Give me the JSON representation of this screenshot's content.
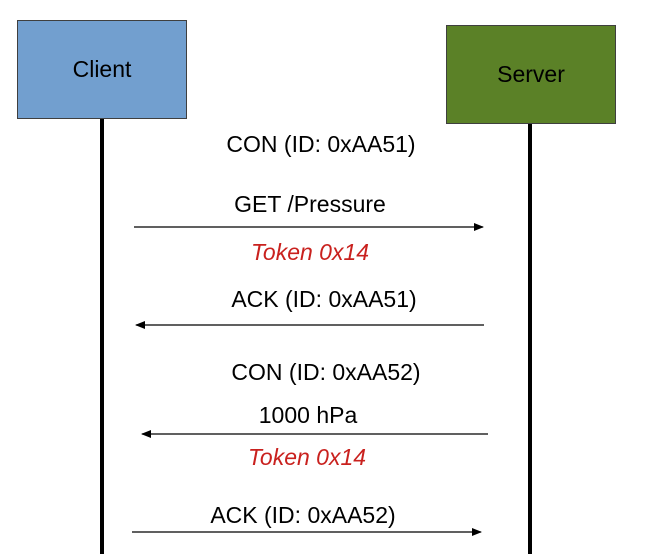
{
  "colors": {
    "client_fill": "#729fcf",
    "server_fill": "#5b8127",
    "line": "#000000",
    "token_text": "#c9211e"
  },
  "participants": {
    "client": "Client",
    "server": "Server"
  },
  "messages": [
    {
      "id": "con-1",
      "type_id": "CON (ID: 0xAA51)",
      "payload": "GET /Pressure",
      "token": "Token 0x14",
      "direction": "client-to-server"
    },
    {
      "id": "ack-1",
      "type_id": "ACK (ID: 0xAA51)",
      "payload": "",
      "token": "",
      "direction": "server-to-client"
    },
    {
      "id": "con-2",
      "type_id": "CON (ID: 0xAA52)",
      "payload": "1000 hPa",
      "token": "Token 0x14",
      "direction": "server-to-client"
    },
    {
      "id": "ack-2",
      "type_id": "ACK (ID: 0xAA52)",
      "payload": "",
      "token": "",
      "direction": "client-to-server"
    }
  ]
}
